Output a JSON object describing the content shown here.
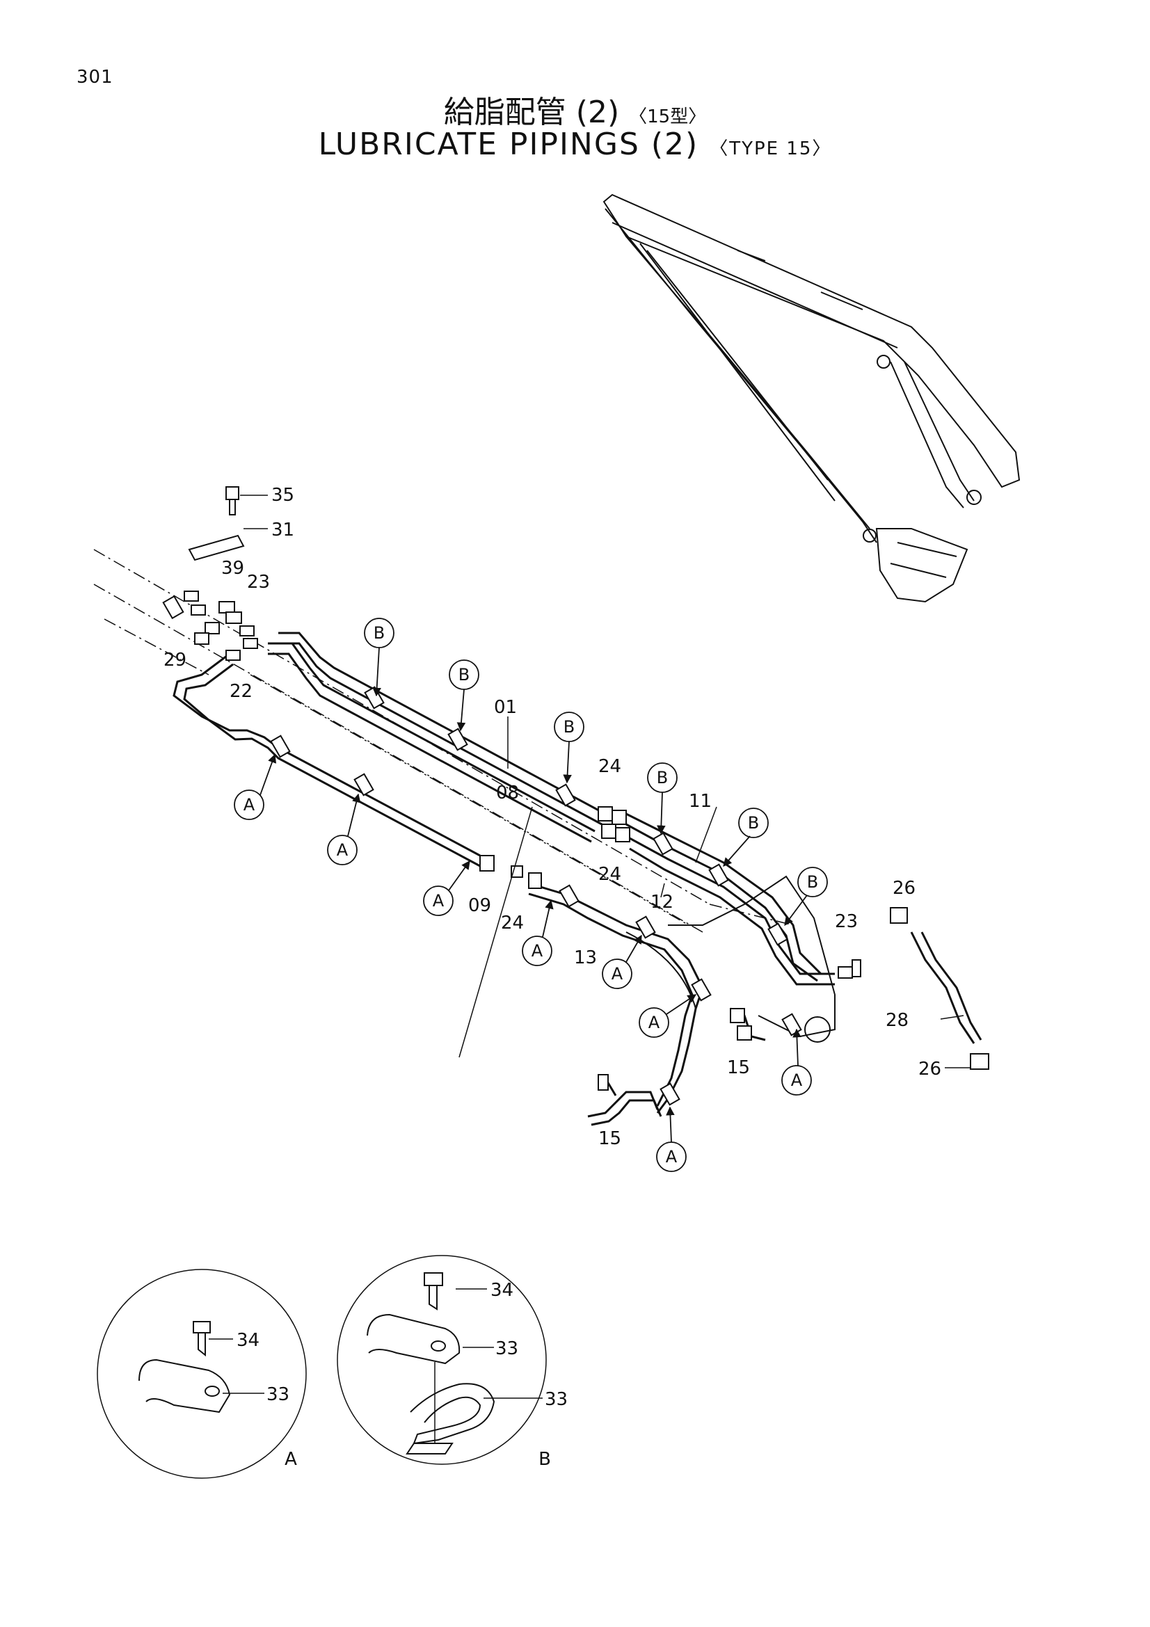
{
  "page_number": "301",
  "title_jp": "給脂配管 (2)",
  "title_jp_tag": "〈15型〉",
  "title_en": "LUBRICATE PIPINGS (2)",
  "title_en_tag": "〈TYPE 15〉",
  "part_labels": {
    "p35": "35",
    "p31": "31",
    "p39": "39",
    "p23a": "23",
    "p29": "29",
    "p22": "22",
    "p01": "01",
    "p08": "08",
    "p24a": "24",
    "p24b": "24",
    "p24c": "24",
    "p11": "11",
    "p12": "12",
    "p09": "09",
    "p13": "13",
    "p26a": "26",
    "p23b": "23",
    "p28": "28",
    "p15a": "15",
    "p15b": "15",
    "p26b": "26",
    "p34a": "34",
    "p33a": "33",
    "p34b": "34",
    "p33b1": "33",
    "p33b2": "33"
  },
  "clamp_markers": {
    "b1": "B",
    "b2": "B",
    "b3": "B",
    "b4": "B",
    "b5": "B",
    "b6": "B",
    "a1": "A",
    "a2": "A",
    "a3": "A",
    "a4": "A",
    "a5": "A",
    "a6": "A",
    "a7": "A",
    "a8": "A"
  },
  "detail_views": {
    "a": "A",
    "b": "B"
  }
}
